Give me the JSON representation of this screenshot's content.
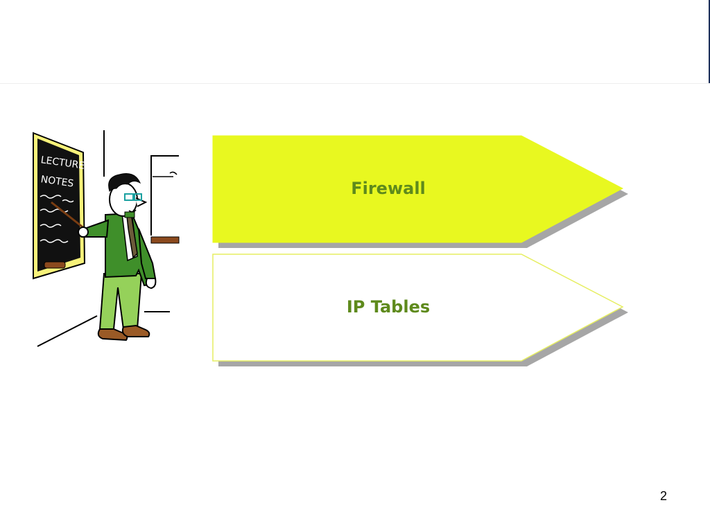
{
  "slide": {
    "items": [
      {
        "label": "Firewall"
      },
      {
        "label": "IP Tables"
      }
    ],
    "page_number": "2",
    "clipart_board_text": [
      "LECTURE",
      "NOTES"
    ]
  },
  "colors": {
    "arrow_primary_fill": "#e8f820",
    "arrow_secondary_fill": "#ffffff",
    "arrow_outline": "#e6ee60",
    "arrow_shadow": "#a6a6a6",
    "label_text": "#5e8a1c",
    "header_edge": "#1c2f5a"
  },
  "icons": {
    "clipart": "teacher-at-blackboard-icon"
  }
}
